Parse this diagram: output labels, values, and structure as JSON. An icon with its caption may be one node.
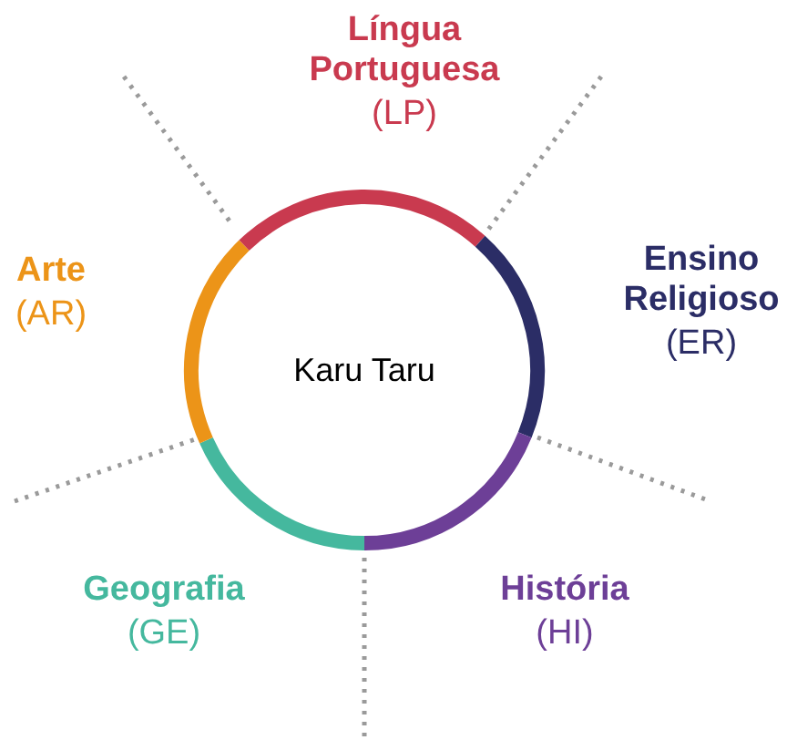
{
  "diagram": {
    "nodes": [
      {
        "text": [
          "Karu Taru"
        ]
      }
    ],
    "labels": [
      "Língua Portuguesa",
      "(LP)",
      "Ensino Religioso",
      "(ER)",
      "Arte",
      "(AR)",
      "Geografia",
      "(GE)",
      "História",
      "(HI)"
    ]
  }
}
